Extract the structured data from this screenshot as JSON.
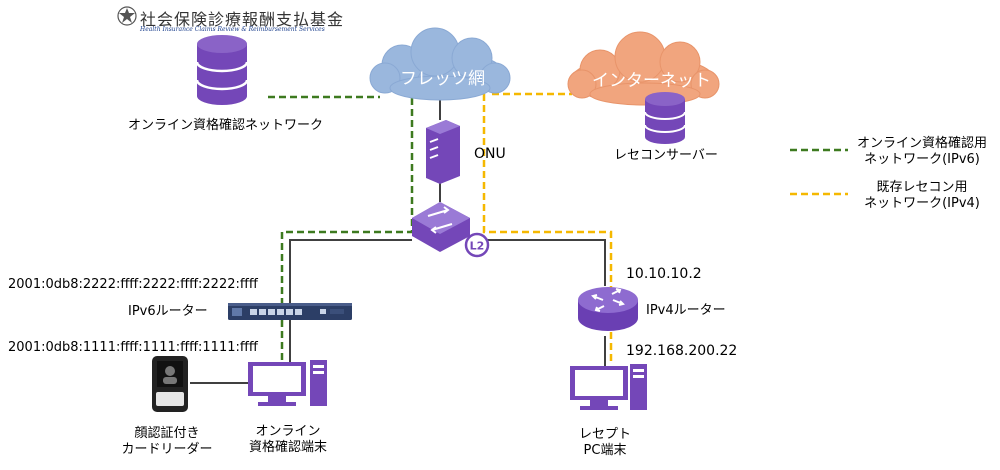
{
  "logo": {
    "org_name": "社会保険診療報酬支払基金",
    "org_name_en": "Health Insurance Claims Review & Reimbursement Services"
  },
  "nodes": {
    "online_network_db": "オンライン資格確認ネットワーク",
    "flets_cloud": "フレッツ網",
    "internet_cloud": "インターネット",
    "receipt_server": "レセコンサーバー",
    "onu": "ONU",
    "l2_badge": "L2",
    "ipv6_router": "IPv6ルーター",
    "ipv4_router": "IPv4ルーター",
    "card_reader_line1": "顔認証付き",
    "card_reader_line2": "カードリーダー",
    "online_terminal_line1": "オンライン",
    "online_terminal_line2": "資格確認端末",
    "receipt_pc_line1": "レセプト",
    "receipt_pc_line2": "PC端末"
  },
  "addresses": {
    "ipv6_wan": "2001:0db8:2222:ffff:2222:ffff:2222:ffff",
    "ipv6_lan": "2001:0db8:1111:ffff:1111:ffff:1111:ffff",
    "ipv4_wan": "10.10.10.2",
    "ipv4_lan": "192.168.200.22"
  },
  "legend": {
    "items": [
      {
        "line1": "オンライン資格確認用",
        "line2": "ネットワーク(IPv6)",
        "color": "#3d7a1f"
      },
      {
        "line1": "既存レセコン用",
        "line2": "ネットワーク(IPv4)",
        "color": "#f5b800"
      }
    ]
  },
  "colors": {
    "device_purple": "#7447b8",
    "cloud_blue": "#9ab7dd",
    "cloud_orange": "#f1a57e",
    "line_gray": "#404040"
  }
}
